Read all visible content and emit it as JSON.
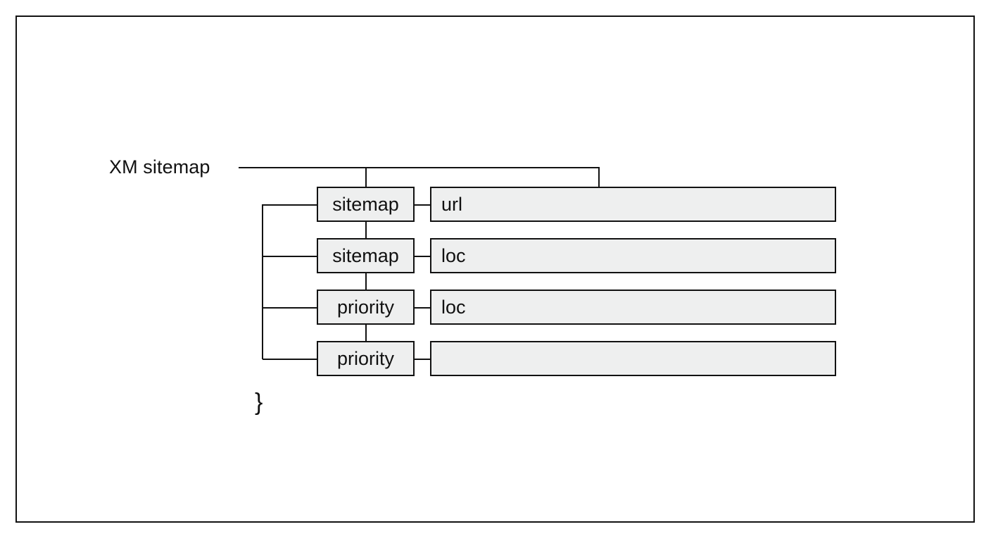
{
  "diagram": {
    "root_label": "XM sitemap",
    "closing_brace": "}",
    "fill_color": "#eeefef",
    "line_color": "#121212",
    "background_color": "#ffffff",
    "rows": [
      {
        "node": "sitemap",
        "value": "url"
      },
      {
        "node": "sitemap",
        "value": "loc"
      },
      {
        "node": "priority",
        "value": "loc"
      },
      {
        "node": "priority",
        "value": ""
      }
    ]
  }
}
